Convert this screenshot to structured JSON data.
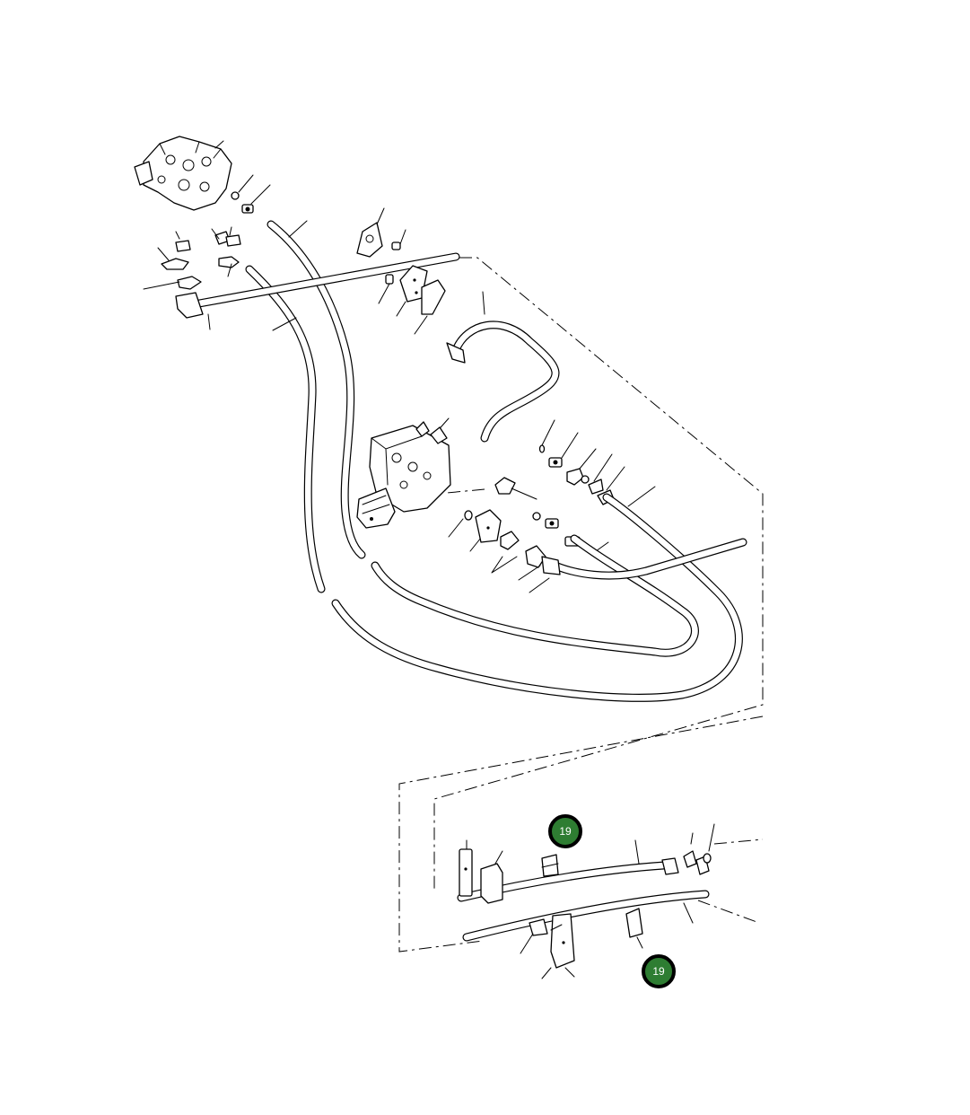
{
  "diagram": {
    "callouts": [
      {
        "id": "callout-1",
        "label": "19"
      },
      {
        "id": "callout-2",
        "label": "19"
      }
    ]
  }
}
